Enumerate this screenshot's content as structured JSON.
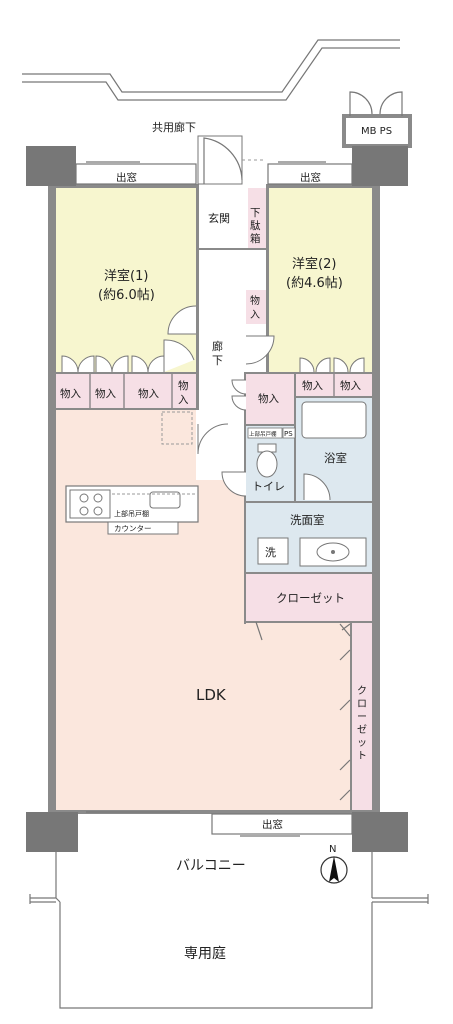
{
  "labels": {
    "common_corridor": "共用廊下",
    "mbps": "MB PS",
    "window_left": "出窓",
    "window_right": "出窓",
    "window_bottom": "出窓",
    "genkan": "玄関",
    "shoe_box": "下駄箱",
    "room1_name": "洋室(1)",
    "room1_size": "(約6.0帖)",
    "room2_name": "洋室(2)",
    "room2_size": "(約4.6帖)",
    "storage": "物入",
    "corridor": "廊下",
    "upper_cabinet": "上部吊戸棚",
    "ps": "PS",
    "bath": "浴室",
    "toilet": "トイレ",
    "counter": "カウンター",
    "washroom": "洗面室",
    "washer": "洗",
    "closet": "クローゼット",
    "ldk": "LDK",
    "balcony": "バルコニー",
    "garden": "専用庭",
    "north": "N"
  },
  "colors": {
    "bedroom": "#f7f6cf",
    "ldk": "#fbe7dd",
    "storage": "#f6dfe6",
    "bath": "#dde8ef",
    "wall": "#8a8a8a"
  }
}
